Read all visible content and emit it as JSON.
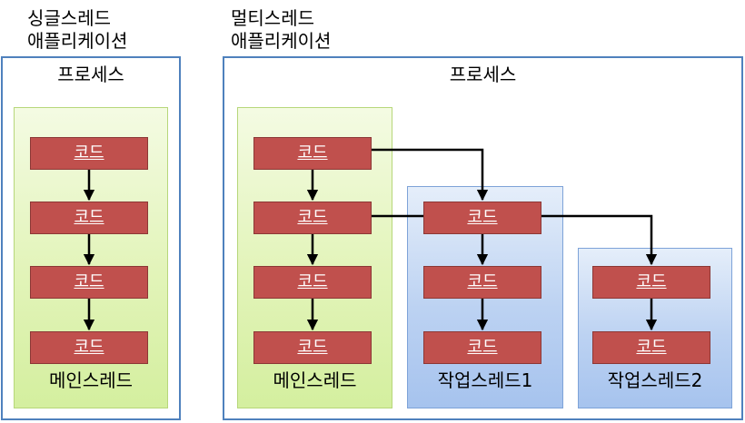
{
  "single": {
    "heading_line1": "싱글스레드",
    "heading_line2": "애플리케이션",
    "process_label": "프로세스",
    "main_thread": {
      "label": "메인스레드",
      "codes": [
        "코드",
        "코드",
        "코드",
        "코드"
      ]
    }
  },
  "multi": {
    "heading_line1": "멀티스레드",
    "heading_line2": "애플리케이션",
    "process_label": "프로세스",
    "main_thread": {
      "label": "메인스레드",
      "codes": [
        "코드",
        "코드",
        "코드",
        "코드"
      ]
    },
    "worker1": {
      "label": "작업스레드1",
      "codes": [
        "코드",
        "코드",
        "코드"
      ]
    },
    "worker2": {
      "label": "작업스레드2",
      "codes": [
        "코드",
        "코드"
      ]
    }
  },
  "colors": {
    "process_border": "#4f81bd",
    "code_block": "#c0504d",
    "main_thread_fill": "#e2f4b9",
    "worker_thread_fill": "#bcd2f2"
  }
}
